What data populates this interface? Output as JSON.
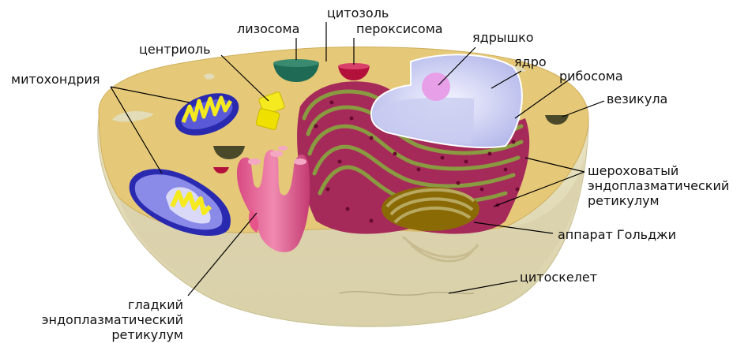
{
  "labels": {
    "cytosol": "цитозоль",
    "lysosome": "лизосома",
    "peroxisome": "пероксисома",
    "centriole": "центриоль",
    "nucleolus": "ядрышко",
    "nucleus": "ядро",
    "mitochondria": "митохондрия",
    "ribosome": "рибосома",
    "vesicle": "везикула",
    "rough_er_line1": "шероховатый",
    "rough_er_line2": "эндоплазматический",
    "rough_er_line3": "ретикулум",
    "golgi": "аппарат Гольджи",
    "cytoskeleton": "цитоскелет",
    "smooth_er_line1": "гладкий",
    "smooth_er_line2": "эндоплазматический",
    "smooth_er_line3": "ретикулум"
  },
  "colors": {
    "cytoplasm_top": "#e5c878",
    "cell_body": "#e2dcb8",
    "rough_er": "#a52a5a",
    "er_membrane": "#8a9a40",
    "nucleus": "#dfe2f5",
    "nucleolus": "#e7a0e7",
    "mitochondrion_outer": "#2a2ab0",
    "mitochondrion_inner": "#f5ea20",
    "lysosome": "#1e6a55",
    "peroxisome": "#b3103c",
    "golgi": "#8a6a05",
    "smooth_er": "#e7568a",
    "vesicle": "#4a4a2a"
  }
}
